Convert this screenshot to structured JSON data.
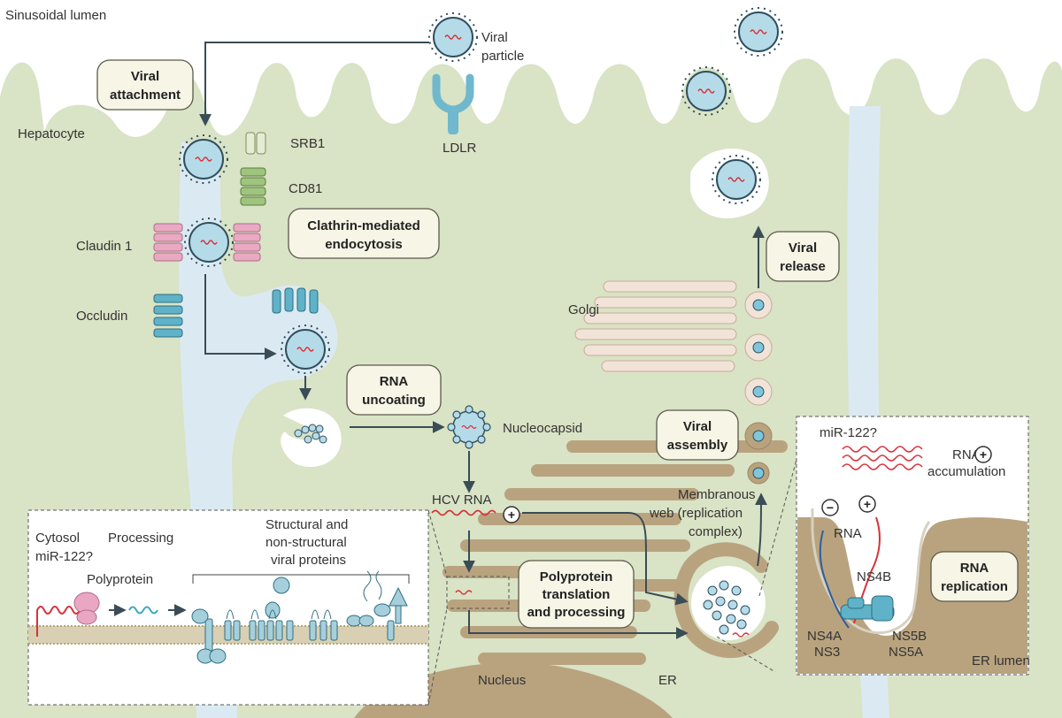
{
  "labels": {
    "sinusoidal_lumen": "Sinusoidal lumen",
    "hepatocyte": "Hepatocyte",
    "viral_particle_l1": "Viral",
    "viral_particle_l2": "particle",
    "ldlr": "LDLR",
    "srb1": "SRB1",
    "cd81": "CD81",
    "claudin1": "Claudin 1",
    "occludin": "Occludin",
    "nucleocapsid": "Nucleocapsid",
    "hcv_rna": "HCV RNA",
    "golgi": "Golgi",
    "membranous_web_l1": "Membranous",
    "membranous_web_l2": "web (replication",
    "membranous_web_l3": "complex)",
    "nucleus": "Nucleus",
    "er": "ER",
    "er_lumen": "ER lumen",
    "cytosol_l1": "Cytosol",
    "cytosol_l2": "miR-122?",
    "processing": "Processing",
    "polyprotein": "Polyprotein",
    "structural_l1": "Structural and",
    "structural_l2": "non-structural",
    "structural_l3": "viral proteins",
    "mir122": "miR-122?",
    "rna_acc_l1": "RNA",
    "rna_acc_l2": "accumulation",
    "minus_rna": "RNA",
    "ns4b": "NS4B",
    "ns4a": "NS4A",
    "ns3": "NS3",
    "ns5b": "NS5B",
    "ns5a": "NS5A"
  },
  "steps": {
    "attachment_l1": "Viral",
    "attachment_l2": "attachment",
    "clathrin_l1": "Clathrin-mediated",
    "clathrin_l2": "endocytosis",
    "uncoating_l1": "RNA",
    "uncoating_l2": "uncoating",
    "release_l1": "Viral",
    "release_l2": "release",
    "assembly_l1": "Viral",
    "assembly_l2": "assembly",
    "translation_l1": "Polyprotein",
    "translation_l2": "translation",
    "translation_l3": "and processing",
    "replication_l1": "RNA",
    "replication_l2": "replication"
  },
  "symbols": {
    "plus": "+",
    "minus": "−"
  },
  "colors": {
    "cell_fill": "#d9e3c5",
    "cell_dark": "#c6d3ad",
    "lumen": "#dbeaf2",
    "er": "#b9a37f",
    "golgi": "#f2e3d8",
    "virus_core": "#b6dbe8",
    "virus_spike": "#2f4f5f",
    "rna_red": "#d6333b",
    "teal": "#5fb2c8",
    "pink": "#e9a9c2",
    "green_receptor": "#9fc47e",
    "arrow": "#3a4c56"
  }
}
